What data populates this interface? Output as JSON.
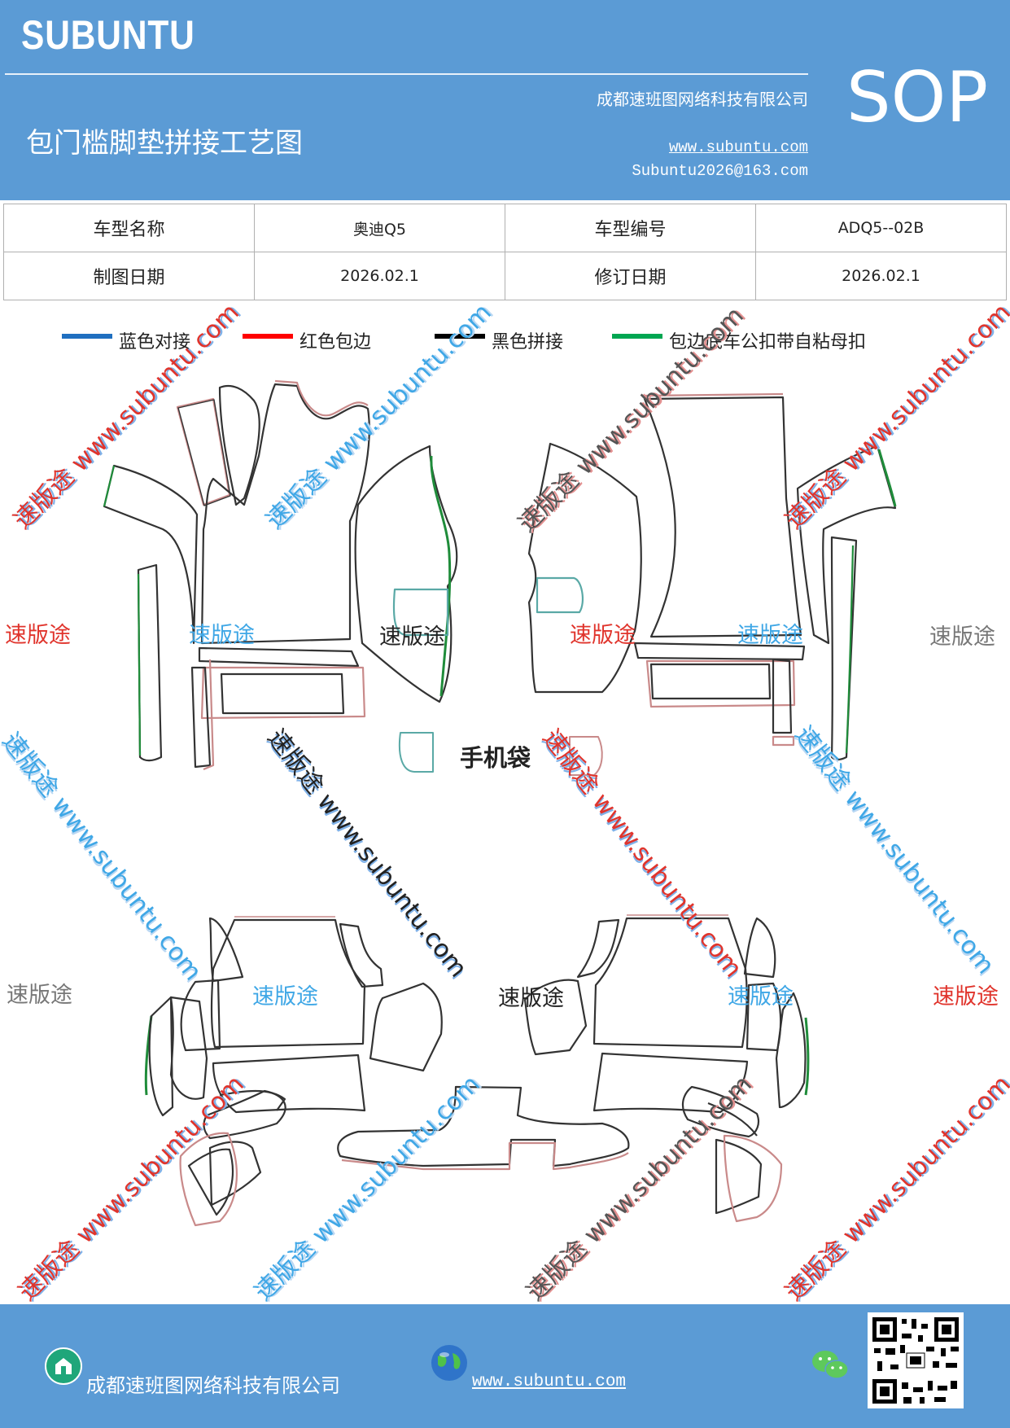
{
  "header": {
    "brand": "SUBUNTU",
    "company": "成都速班图网络科技有限公司",
    "title": "包门槛脚垫拼接工艺图",
    "website": "www.subuntu.com",
    "email": "Subuntu2026@163.com",
    "badge": "SOP"
  },
  "info": {
    "model_name_label": "车型名称",
    "model_name": "奥迪Q5",
    "model_code_label": "车型编号",
    "model_code": "ADQ5--02B",
    "draw_date_label": "制图日期",
    "draw_date": "2026.02.1",
    "revise_date_label": "修订日期",
    "revise_date": "2026.02.1"
  },
  "legend": [
    {
      "label": "蓝色对接",
      "color": "#1f6fc0"
    },
    {
      "label": "红色包边",
      "color": "#ff0000"
    },
    {
      "label": "黑色拼接",
      "color": "#000000"
    },
    {
      "label": "包边底车公扣带自粘母扣",
      "color": "#00a651"
    }
  ],
  "diagram": {
    "phone_bag_label": "手机袋",
    "stamp_text": "速版途",
    "watermark_text": "速版途 www.subuntu.com"
  },
  "footer": {
    "company": "成都速班图网络科技有限公司",
    "website": "www.subuntu.com",
    "icons": [
      "company-icon",
      "globe-icon",
      "wechat-icon",
      "qr-code"
    ]
  },
  "colors": {
    "header_bg": "#5b9bd5",
    "outline_black": "#333333",
    "outline_red": "#c98a8a",
    "outline_green": "#1f8c3a",
    "outline_teal": "#5aa9a6"
  }
}
